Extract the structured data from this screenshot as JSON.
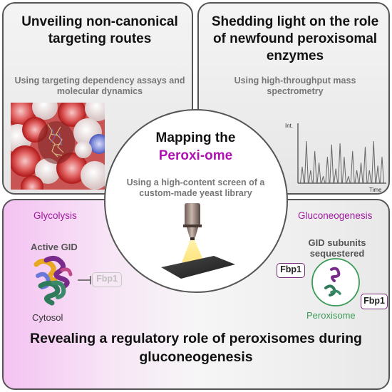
{
  "panels": {
    "top_left": {
      "title": "Unveiling non-canonical targeting routes",
      "subtitle": "Using targeting dependency assays and molecular dynamics"
    },
    "top_right": {
      "title": "Shedding light on the role of newfound peroxisomal enzymes",
      "subtitle": "Using high-throughput mass spectrometry",
      "plot": {
        "ylabel": "Int.",
        "xlabel": "Time",
        "peaks": [
          0.28,
          0.72,
          0.22,
          0.55,
          0.35,
          0.12,
          0.45,
          0.66,
          0.25,
          0.68,
          0.45,
          0.12,
          0.55,
          0.22,
          0.35,
          0.62,
          0.22,
          0.72,
          0.3,
          0.45
        ]
      }
    },
    "center": {
      "title": "Mapping the",
      "title_accent": "Peroxi-ome",
      "subtitle": "Using a high-content screen of a custom-made yeast library"
    },
    "bottom": {
      "left_condition": "Glycolysis",
      "right_condition": "Gluconeogenesis",
      "active_gid": "Active GID",
      "fbp1_inhibited": "Fbp1",
      "cytosol": "Cytosol",
      "gid_sequestered": "GID subunits sequestered",
      "fbp1_left": "Fbp1",
      "fbp1_right": "Fbp1",
      "peroxisome": "Peroxisome",
      "title": "Revealing a regulatory role of peroxisomes during gluconeogenesis"
    }
  },
  "colors": {
    "accent_magenta": "#b012b0",
    "peroxisome_green": "#3a9a57",
    "panel_border": "#555555",
    "subtitle_grey": "#777777"
  },
  "icons": [
    "protein-surface-image",
    "mass-spectrum-plot",
    "microscope-objective-icon",
    "gid-complex-icon",
    "peroxisome-icon",
    "inhibition-arrow-icon"
  ]
}
